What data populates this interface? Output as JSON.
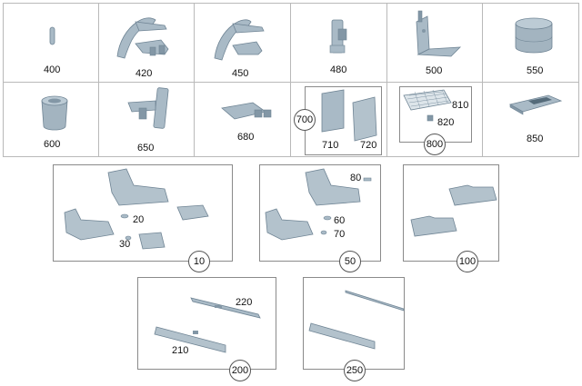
{
  "colors": {
    "part_fill": "#a9bac6",
    "part_stroke": "#6f8494",
    "part_dark": "#8397a6",
    "grid_line": "#b9b9b9"
  },
  "row1": [
    {
      "label": "400",
      "icon": "cylinder-pin-icon"
    },
    {
      "label": "420",
      "icon": "armrest-bracket-icon"
    },
    {
      "label": "450",
      "icon": "armrest-bracket-small-icon"
    },
    {
      "label": "480",
      "icon": "clip-mount-icon"
    },
    {
      "label": "500",
      "icon": "angle-bracket-icon"
    },
    {
      "label": "550",
      "icon": "round-container-icon"
    }
  ],
  "row2": {
    "cup_label": "600",
    "phone_holder_label": "650",
    "hinge_plate_label": "680",
    "group_700": {
      "number": "700",
      "labels": [
        "710",
        "720"
      ]
    },
    "group_800": {
      "number": "800",
      "labels": [
        "810",
        "820"
      ]
    },
    "tray_label": "850"
  },
  "row3": {
    "group_10": {
      "number": "10",
      "labels": [
        "20",
        "30"
      ]
    },
    "group_50": {
      "number": "50",
      "labels": [
        "80",
        "60",
        "70"
      ]
    },
    "group_100": {
      "number": "100"
    }
  },
  "row4": {
    "group_200": {
      "number": "200",
      "labels": [
        "220",
        "210"
      ]
    },
    "group_250": {
      "number": "250"
    }
  }
}
